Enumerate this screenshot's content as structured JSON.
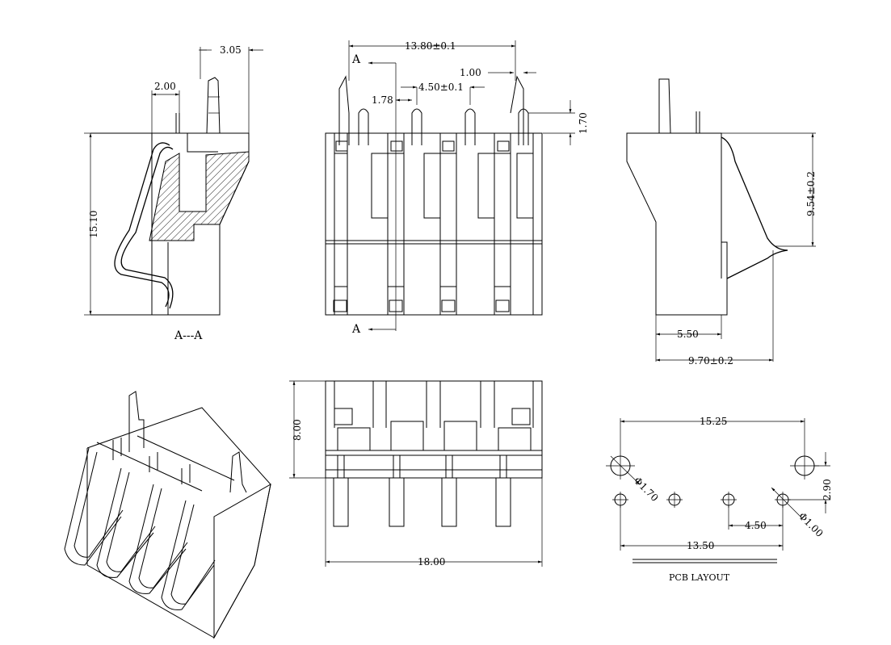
{
  "section_view": {
    "dims": {
      "tip_width": "3.05",
      "pitch_left": "2.00",
      "height": "15.10"
    },
    "section_label": "A---A"
  },
  "front_view": {
    "dims": {
      "overall_width": "13.80±0.1",
      "pin_spacing": "4.50±0.1",
      "pin_offset": "1.78",
      "pin_width": "1.00",
      "pin_rise": "1.70"
    },
    "cut_label_top": "A",
    "cut_label_bottom": "A"
  },
  "side_view": {
    "dims": {
      "height": "9.54±0.2",
      "base_depth": "5.50",
      "overall_depth": "9.70±0.2"
    }
  },
  "bottom_view": {
    "dims": {
      "height": "8.00",
      "width": "18.00"
    }
  },
  "pcb_layout": {
    "dims": {
      "hole_span": "15.25",
      "large_hole": "Φ1.70",
      "row_offset": "2.90",
      "small_hole": "Φ1.00",
      "small_pitch": "4.50",
      "small_span": "13.50"
    },
    "title": "PCB LAYOUT"
  }
}
